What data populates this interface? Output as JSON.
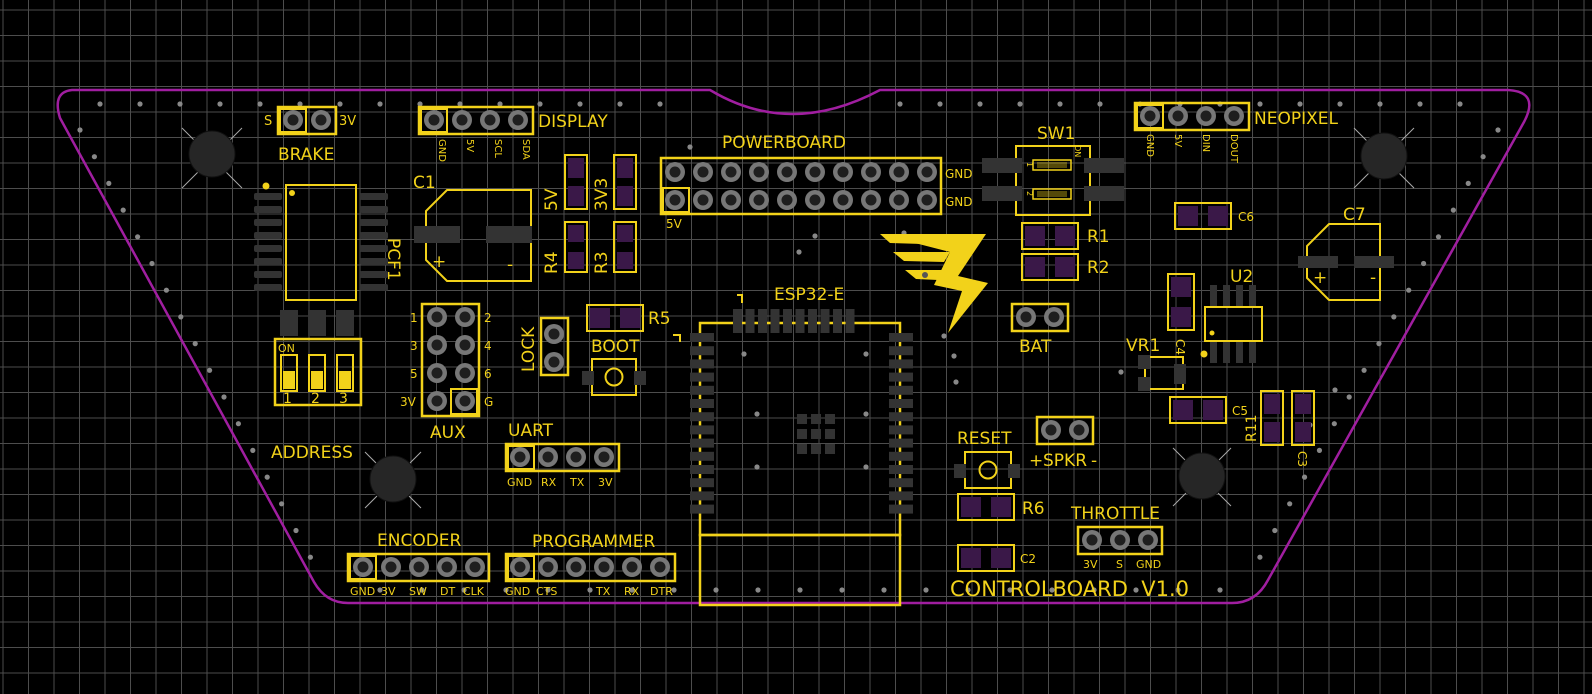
{
  "colors": {
    "background": "#000000",
    "grid": "#4d4d4d",
    "outline": "#a01ea0",
    "silk": "#f2d21a",
    "pad_gray": "#777777",
    "pad_dark": "#333333",
    "pad_purple": "#3a1848",
    "hole": "#1e1e1e",
    "via": "#888888"
  },
  "board_title": "CONTROLBOARD  V1.0",
  "components": {
    "brake": {
      "name": "BRAKE",
      "pin_left": "S",
      "pin_right": "3V"
    },
    "display": {
      "name": "DISPLAY",
      "pins": [
        "GND",
        "5V",
        "SCL",
        "SDA"
      ]
    },
    "neopixel": {
      "name": "NEOPIXEL",
      "pins": [
        "GND",
        "5V",
        "DIN",
        "DOUT"
      ]
    },
    "powerboard": {
      "name": "POWERBOARD",
      "label_gnd_top": "GND",
      "label_gnd_bottom": "GND",
      "label_5v": "5V"
    },
    "pcf1": {
      "name": "PCF1"
    },
    "c1": {
      "name": "C1",
      "plus": "+",
      "minus": "-"
    },
    "jumper_5v": {
      "name": "5V"
    },
    "jumper_3v3": {
      "name": "3V3"
    },
    "r4": {
      "name": "R4"
    },
    "r3": {
      "name": "R3"
    },
    "sw1": {
      "name": "SW1",
      "on": "ON",
      "p1": "1",
      "p2": "2"
    },
    "r1": {
      "name": "R1"
    },
    "r2": {
      "name": "R2"
    },
    "c6": {
      "name": "C6"
    },
    "c7": {
      "name": "C7",
      "plus": "+",
      "minus": "-"
    },
    "u2": {
      "name": "U2"
    },
    "vr1": {
      "name": "VR1"
    },
    "c4": {
      "name": "C4"
    },
    "c5": {
      "name": "C5"
    },
    "r11": {
      "name": "R11"
    },
    "c3": {
      "name": "C3"
    },
    "esp32": {
      "name": "ESP32-E"
    },
    "r5": {
      "name": "R5"
    },
    "boot": {
      "name": "BOOT"
    },
    "lock": {
      "name": "LOCK"
    },
    "aux": {
      "name": "AUX",
      "left_pins": [
        "1",
        "3",
        "5",
        "3V"
      ],
      "right_pins": [
        "2",
        "4",
        "6",
        "G"
      ]
    },
    "address": {
      "name": "ADDRESS",
      "on": "ON",
      "switches": [
        "1",
        "2",
        "3"
      ]
    },
    "uart": {
      "name": "UART",
      "pins": [
        "GND",
        "RX",
        "TX",
        "3V"
      ]
    },
    "bat": {
      "name": "BAT"
    },
    "reset": {
      "name": "RESET"
    },
    "spkr": {
      "name": "SPKR",
      "plus": "+",
      "minus": "-"
    },
    "r6": {
      "name": "R6"
    },
    "c2": {
      "name": "C2"
    },
    "throttle": {
      "name": "THROTTLE",
      "pins": [
        "3V",
        "S",
        "GND"
      ]
    },
    "encoder": {
      "name": "ENCODER",
      "pins": [
        "GND",
        "3V",
        "SW",
        "DT",
        "CLK"
      ]
    },
    "programmer": {
      "name": "PROGRAMMER",
      "pins": [
        "GND",
        "CTS",
        "",
        "TX",
        "RX",
        "DTR"
      ]
    }
  }
}
